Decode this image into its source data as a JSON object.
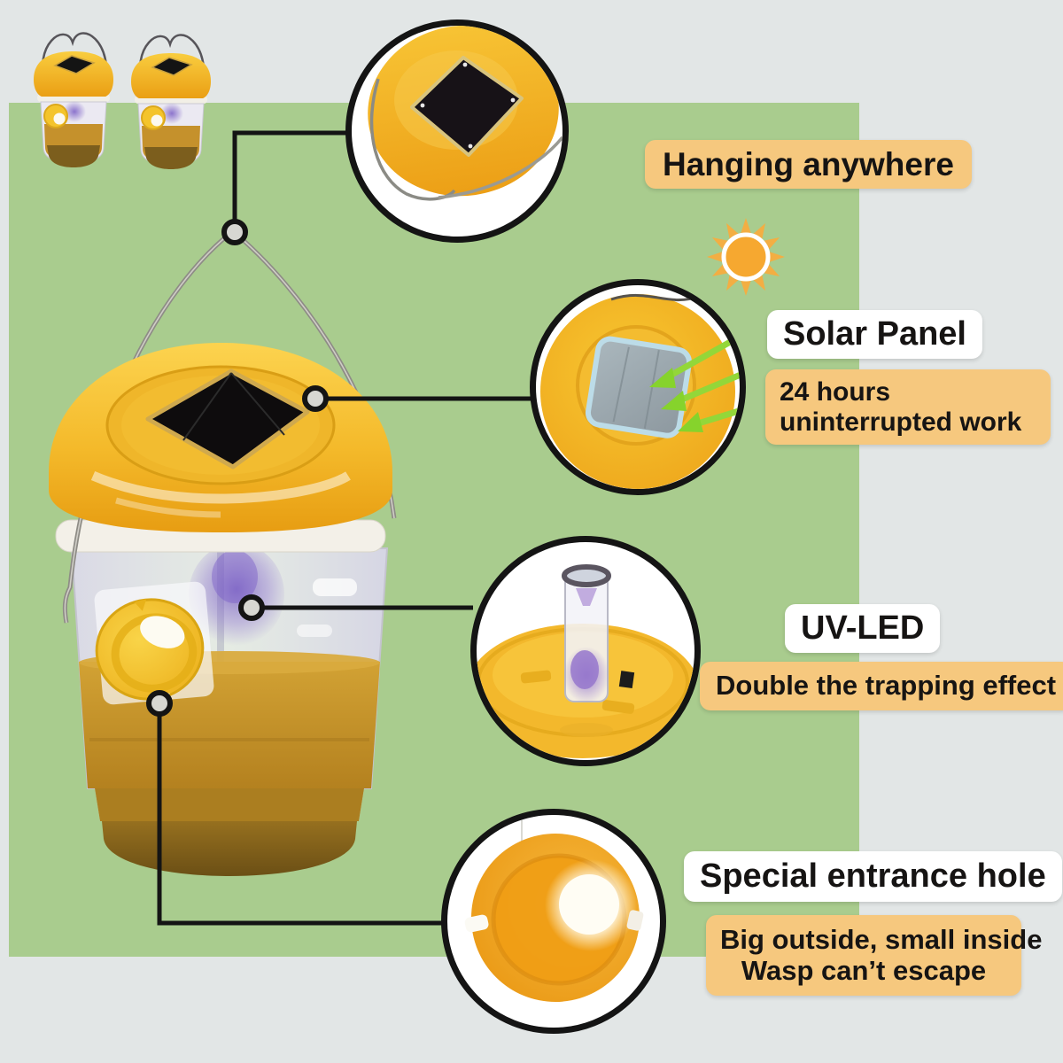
{
  "callouts": {
    "hanging": {
      "title": "Hanging anywhere"
    },
    "solar_panel": {
      "title": "Solar Panel",
      "subtitle": "24 hours uninterrupted work"
    },
    "uv_led": {
      "title": "UV-LED",
      "subtitle": "Double the trapping effect"
    },
    "entrance": {
      "title": "Special entrance hole",
      "subtitle_line1": "Big outside, small inside",
      "subtitle_line2": "Wasp can’t escape"
    }
  },
  "icons": {
    "sun": "sun-icon",
    "callout_photos": [
      "hanging-top-view",
      "solar-panel-top-view",
      "uv-led-tube",
      "entrance-hole"
    ]
  },
  "colors": {
    "canvas_bg": "#e2e6e6",
    "green_panel": "#a9cc8e",
    "label_orange": "#f6c87e",
    "label_white": "#ffffff",
    "text": "#161413",
    "connector": "#141414",
    "lid_yellow": "#f2ba2a",
    "liquid_amber": "#c3902b",
    "uv_purple": "#8d75cc",
    "sun_orange": "#f5a832",
    "arrow_green": "#8fd335"
  }
}
